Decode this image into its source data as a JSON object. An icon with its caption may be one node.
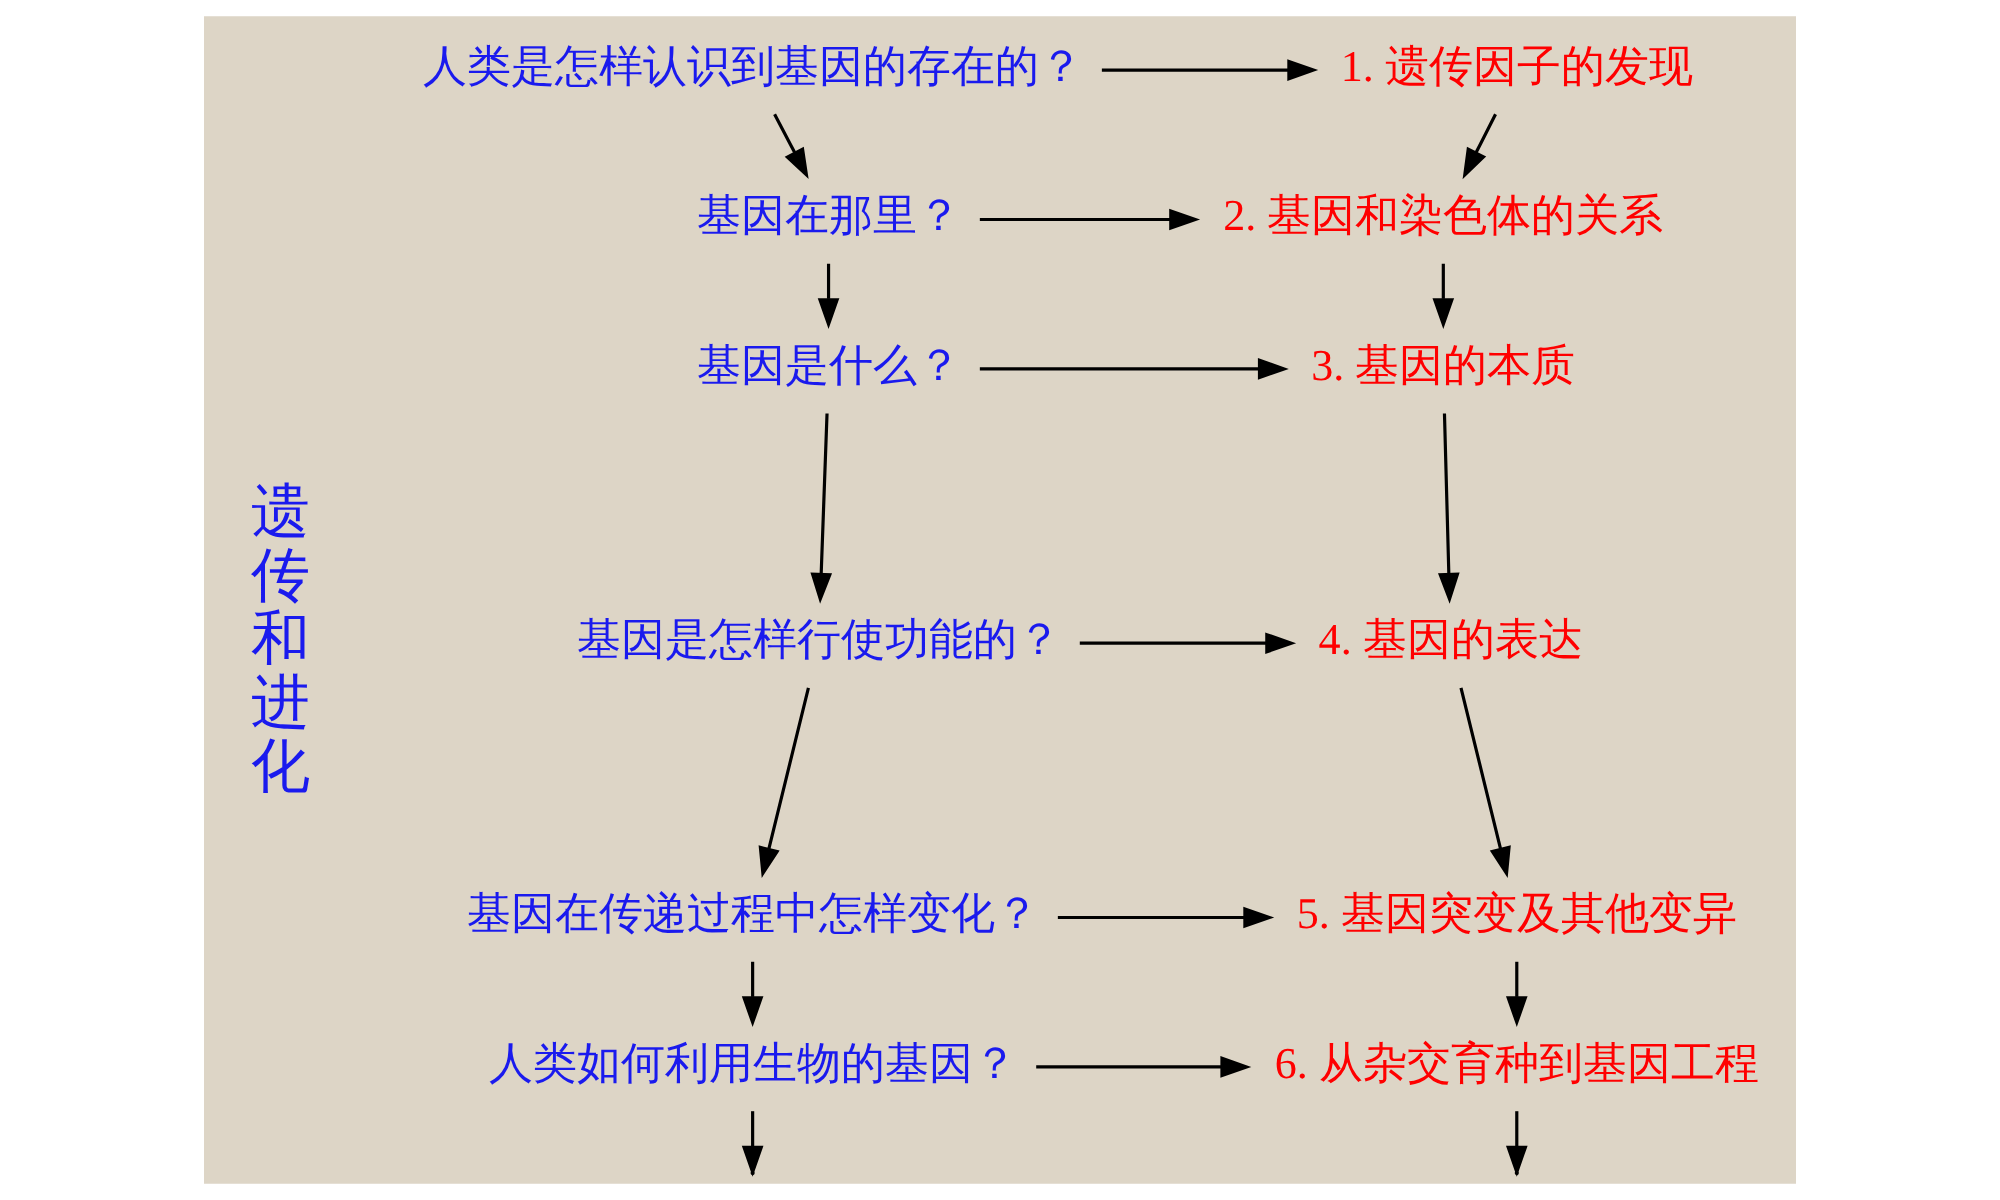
{
  "diagram": {
    "nodes": [
      {
        "text": [
          "人类是怎样认识到基因的存在的？"
        ]
      },
      {
        "text": [
          "1. 遗传因子的发现"
        ]
      },
      {
        "text": [
          "基因在那里？"
        ]
      },
      {
        "text": [
          "2. 基因和染色体的关系"
        ]
      },
      {
        "text": [
          "基因是什么？"
        ]
      },
      {
        "text": [
          "3. 基因的本质"
        ]
      },
      {
        "text": [
          "基因是怎样行使功能的？"
        ]
      },
      {
        "text": [
          "4. 基因的表达"
        ]
      },
      {
        "text": [
          "基因在传递过程中怎样变化？"
        ]
      },
      {
        "text": [
          "5. 基因突变及其他变异"
        ]
      },
      {
        "text": [
          "人类如何利用生物的基因？"
        ]
      },
      {
        "text": [
          "6. 从杂交育种到基因工程"
        ]
      }
    ],
    "edges": [
      {
        "from": 0,
        "to": 1,
        "arrow": "to"
      },
      {
        "from": 2,
        "to": 3,
        "arrow": "to"
      },
      {
        "from": 4,
        "to": 5,
        "arrow": "to"
      },
      {
        "from": 6,
        "to": 7,
        "arrow": "to"
      },
      {
        "from": 8,
        "to": 9,
        "arrow": "to"
      },
      {
        "from": 10,
        "to": 11,
        "arrow": "to"
      },
      {
        "from": 0,
        "to": 2,
        "arrow": "to"
      },
      {
        "from": 2,
        "to": 4,
        "arrow": "to"
      },
      {
        "from": 4,
        "to": 6,
        "arrow": "to"
      },
      {
        "from": 6,
        "to": 8,
        "arrow": "to"
      },
      {
        "from": 8,
        "to": 10,
        "arrow": "to"
      },
      {
        "from": 10,
        "to": null,
        "arrow": "to"
      },
      {
        "from": 1,
        "to": 3,
        "arrow": "to"
      },
      {
        "from": 3,
        "to": 5,
        "arrow": "to"
      },
      {
        "from": 5,
        "to": 7,
        "arrow": "to"
      },
      {
        "from": 7,
        "to": 9,
        "arrow": "to"
      },
      {
        "from": 9,
        "to": 11,
        "arrow": "to"
      },
      {
        "from": 11,
        "to": null,
        "arrow": "to"
      }
    ],
    "labels": [
      "遗传和进化"
    ]
  }
}
